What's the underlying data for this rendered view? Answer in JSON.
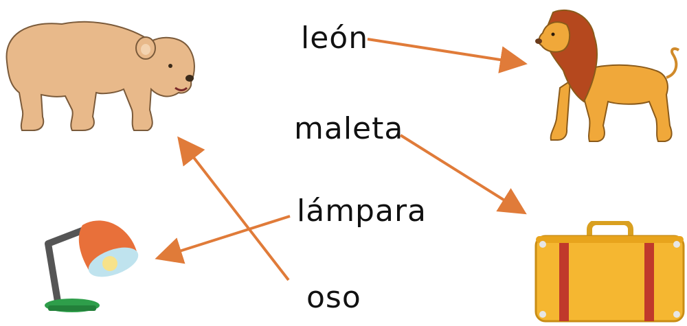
{
  "words": {
    "leon": "león",
    "maleta": "maleta",
    "lampara": "lámpara",
    "oso": "oso"
  },
  "pictures": [
    "bear",
    "lion",
    "lamp",
    "suitcase"
  ],
  "matches": [
    {
      "word": "león",
      "picture": "lion"
    },
    {
      "word": "maleta",
      "picture": "suitcase"
    },
    {
      "word": "lámpara",
      "picture": "lamp"
    },
    {
      "word": "oso",
      "picture": "bear"
    }
  ],
  "colors": {
    "arrow": "#e07b39",
    "text": "#111111",
    "bear": "#e8b98a",
    "lion": "#f0a83a",
    "mane": "#b5481e",
    "lamp_shade": "#e8703a",
    "lamp_base": "#2e9e4a",
    "suitcase": "#f5b731",
    "suitcase_strap": "#c0392b"
  }
}
